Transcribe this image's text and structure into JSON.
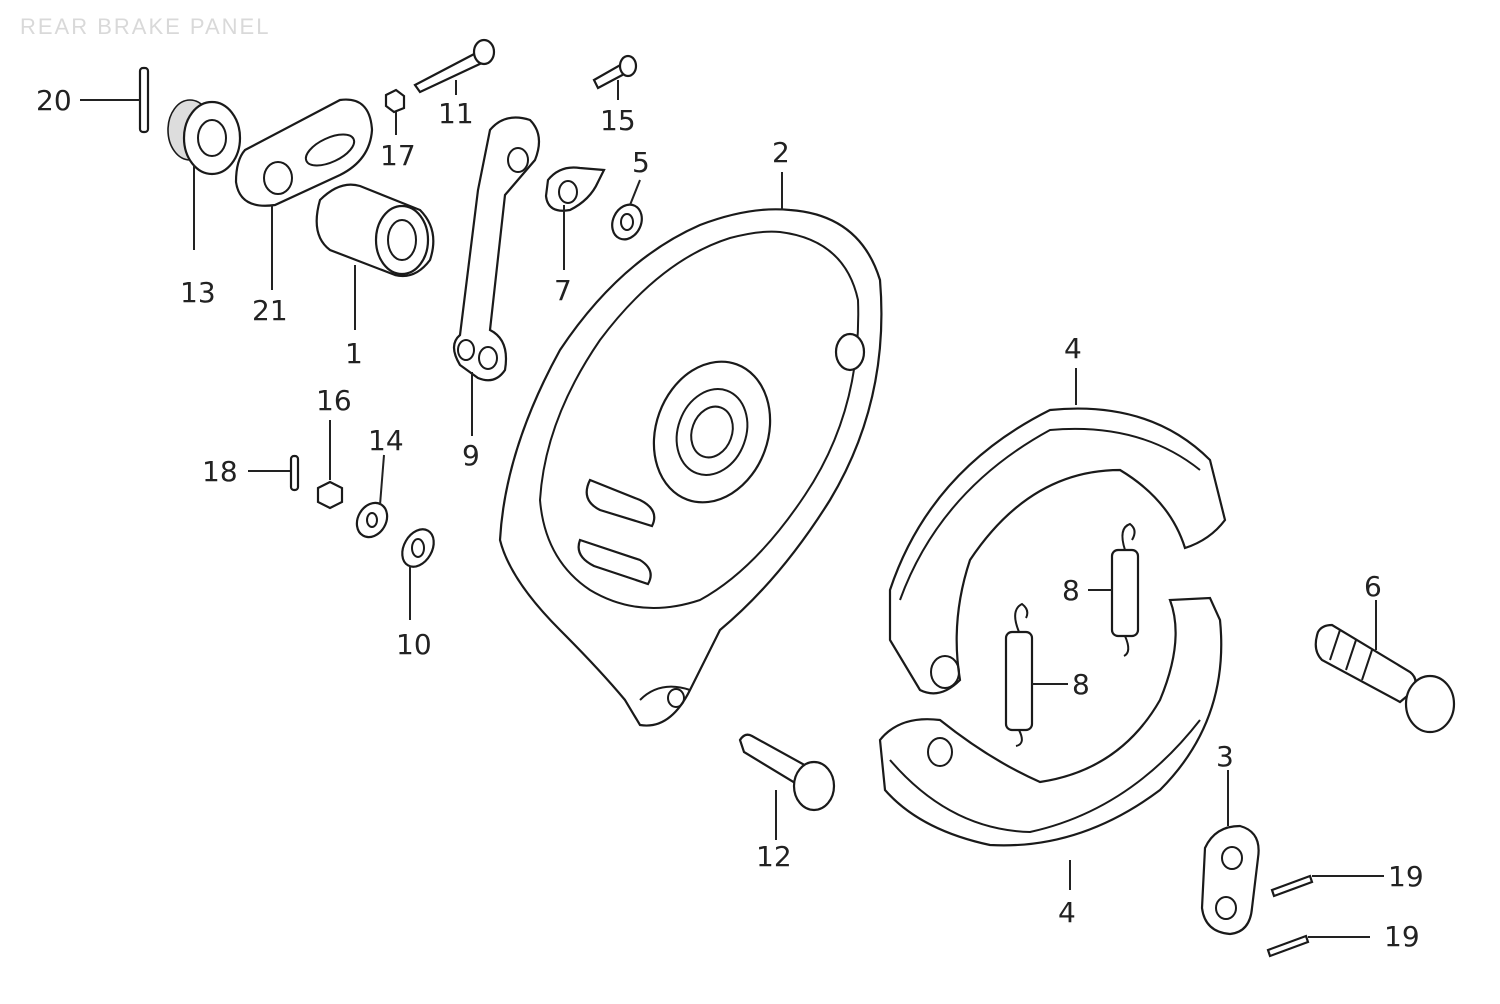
{
  "title": "REAR BRAKE PANEL",
  "labels": {
    "l20": "20",
    "l13": "13",
    "l21": "21",
    "l1": "1",
    "l11": "11",
    "l17": "17",
    "l15": "15",
    "l5": "5",
    "l7": "7",
    "l2": "2",
    "l9": "9",
    "l16": "16",
    "l14": "14",
    "l18": "18",
    "l10": "10",
    "l4a": "4",
    "l4b": "4",
    "l8a": "8",
    "l8b": "8",
    "l6": "6",
    "l3": "3",
    "l12": "12",
    "l19a": "19",
    "l19b": "19"
  }
}
